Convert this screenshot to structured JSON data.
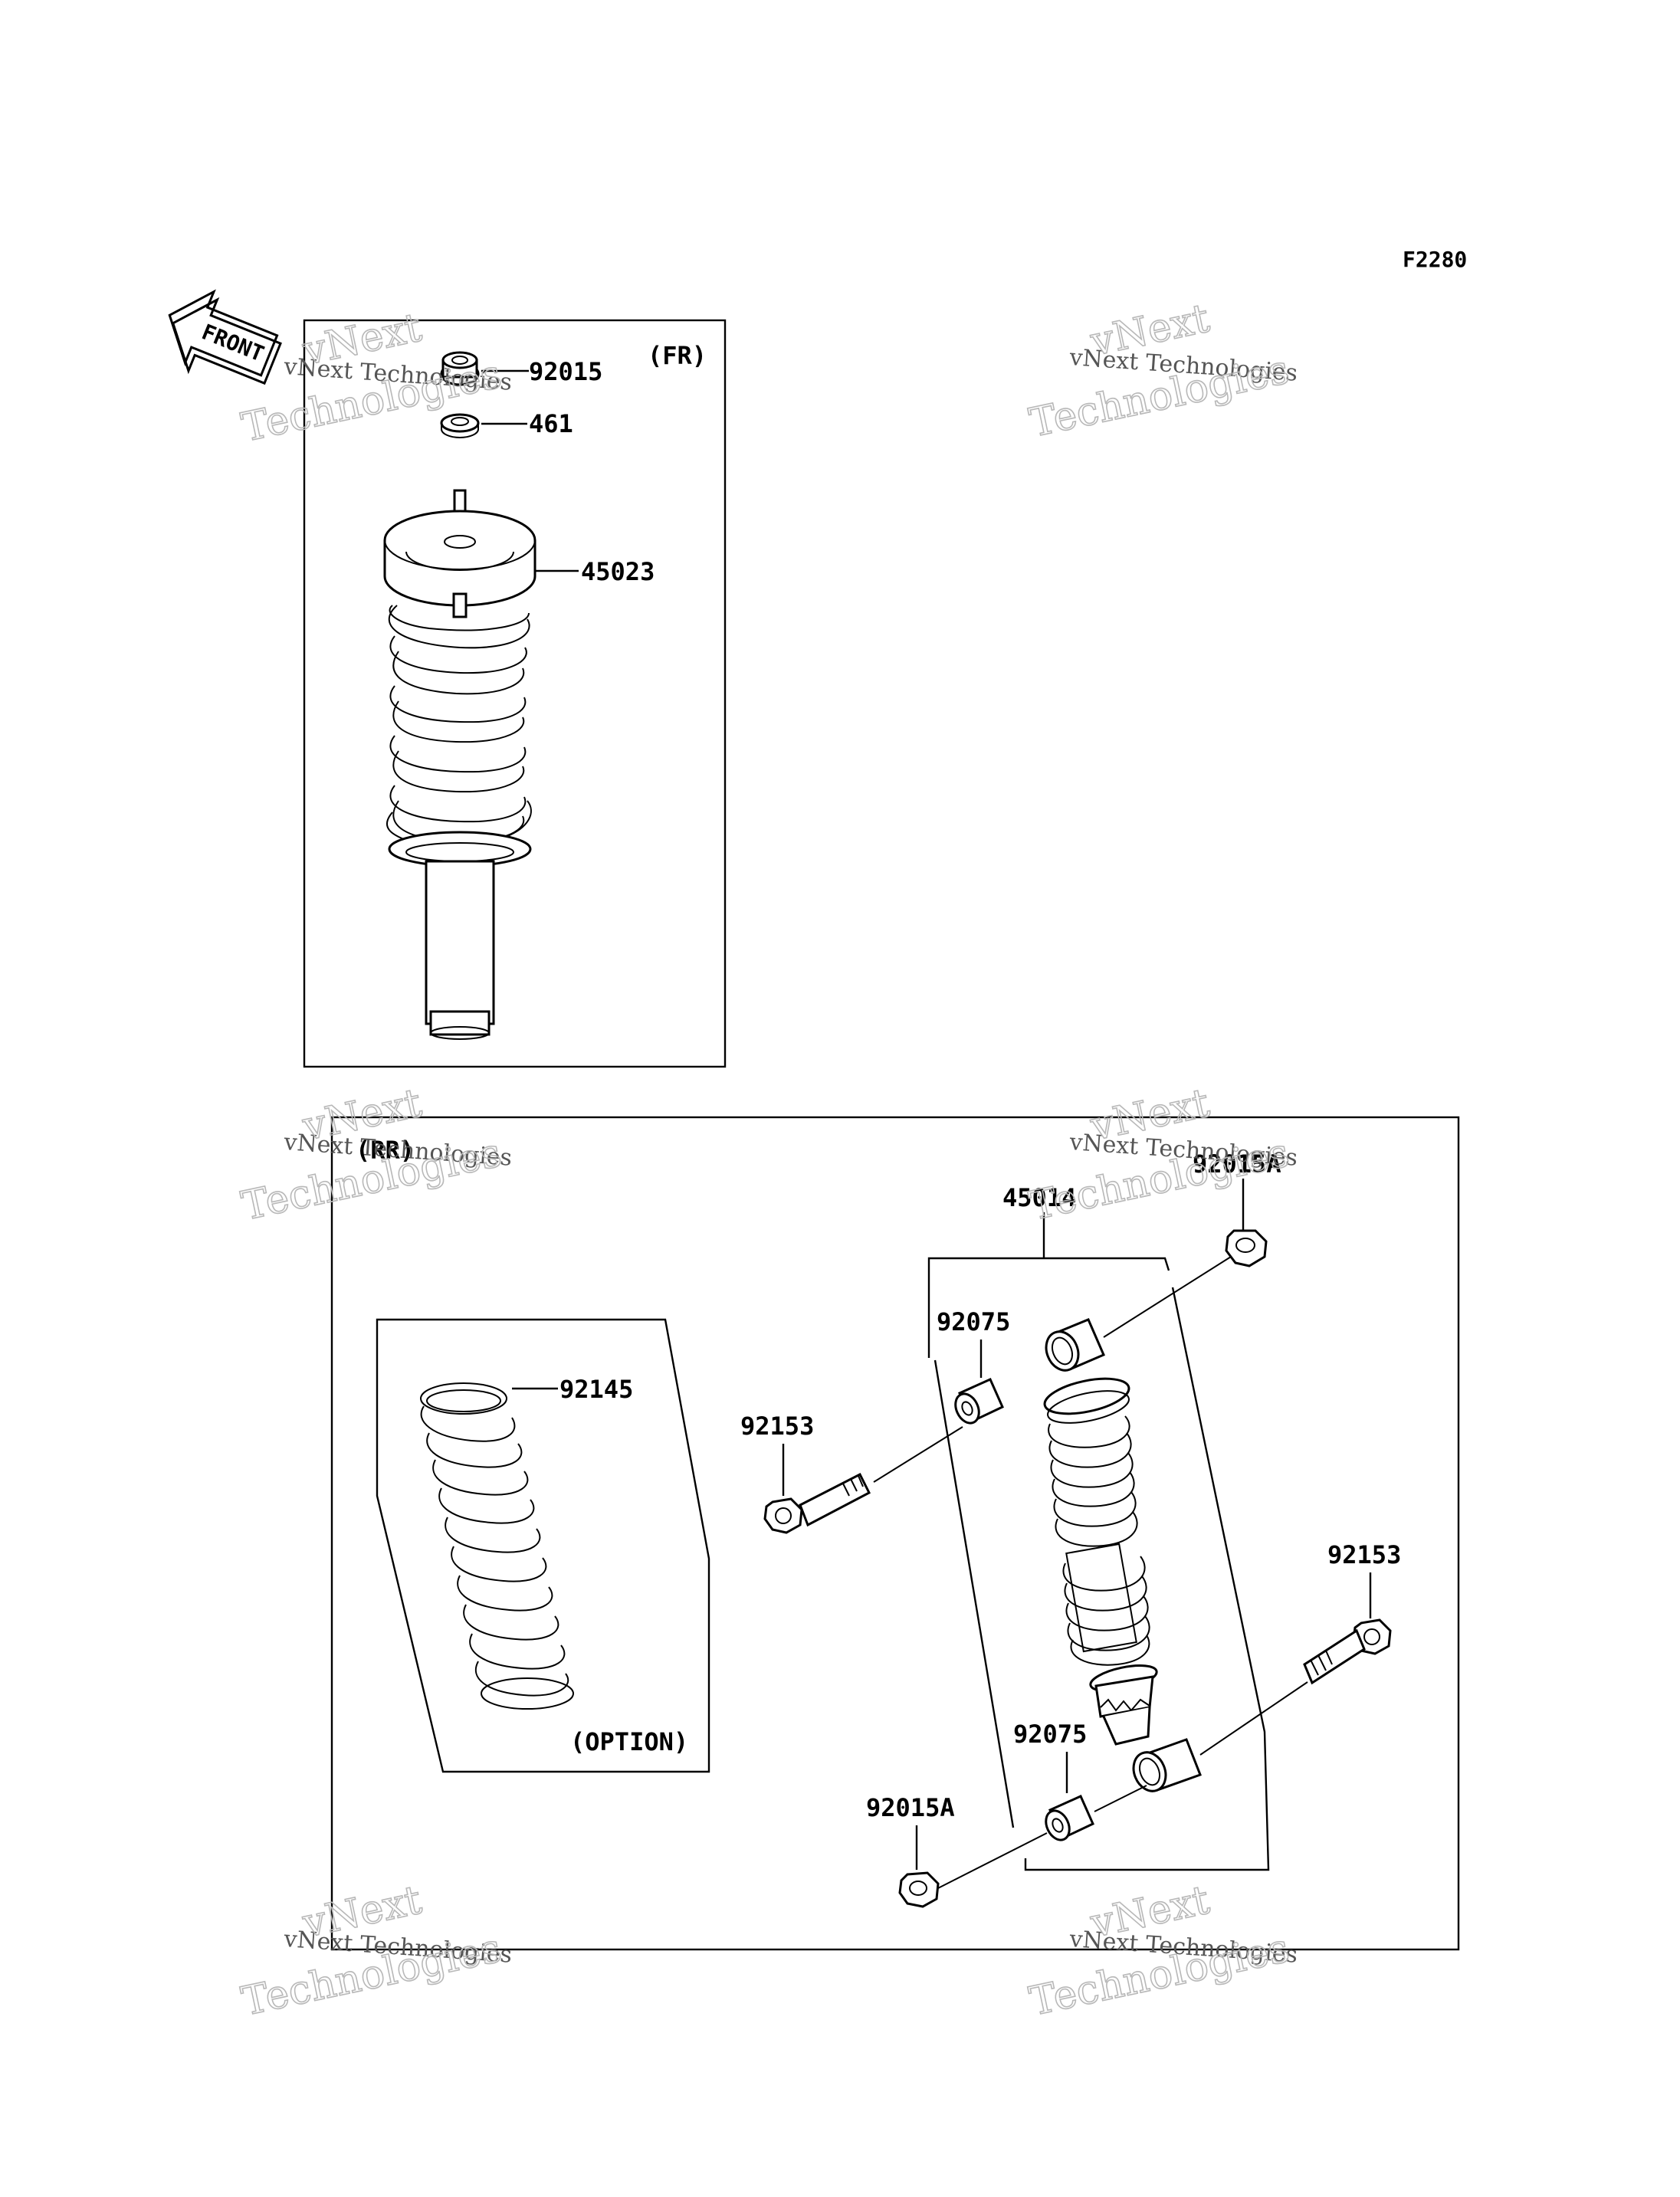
{
  "figure_code": "F2280",
  "front_arrow_label": "FRONT",
  "sections": {
    "front": {
      "label": "(FR)"
    },
    "rear": {
      "label": "(RR)"
    },
    "option": {
      "label": "(OPTION)"
    }
  },
  "part_labels": {
    "fr_nut": "92015",
    "fr_washer": "461",
    "fr_shock": "45023",
    "rr_spring": "92145",
    "rr_shock": "45014",
    "rr_top_nut": "92015A",
    "rr_top_bushing": "92075",
    "rr_top_bolt": "92153",
    "rr_bottom_bolt": "92153",
    "rr_bottom_bushing": "92075",
    "rr_bottom_nut": "92015A"
  },
  "watermark": {
    "line_small": "vNext Technologies",
    "line_big_1": "vNext",
    "line_big_2": "Technologies"
  }
}
